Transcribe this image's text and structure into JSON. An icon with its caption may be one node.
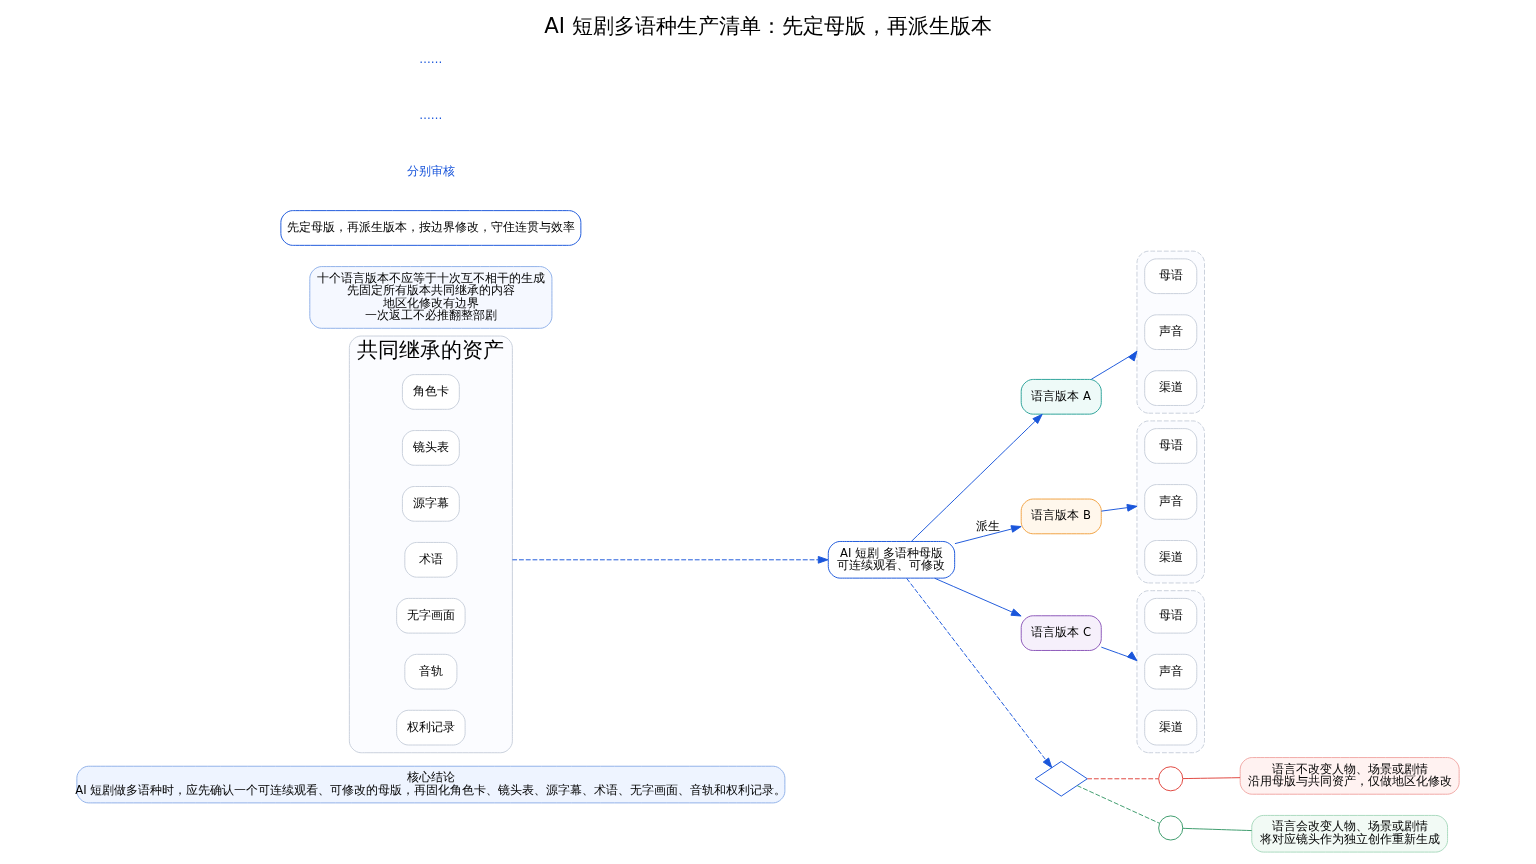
{
  "diagram": {
    "title": "AI 短剧多语种生产清单：先定母版，再派生版本",
    "nodes": [
      {
        "text": [
          "核心结论",
          "AI 短剧做多语种时，应先确认一个可连续观看、可修改的母版，再固化角色卡、镜头表、源字幕、术语、无字画面、音轨和权利记录。"
        ]
      },
      {
        "text": [
          "共同继承的资产"
        ]
      },
      {
        "text": [
          "角色卡"
        ],
        "in": 1
      },
      {
        "text": [
          "镜头表"
        ],
        "in": 1
      },
      {
        "text": [
          "源字幕"
        ],
        "in": 1
      },
      {
        "text": [
          "术语"
        ],
        "in": 1
      },
      {
        "text": [
          "无字画面"
        ],
        "in": 1
      },
      {
        "text": [
          "音轨"
        ],
        "in": 1
      },
      {
        "text": [
          "权利记录"
        ],
        "in": 1
      },
      {
        "text": [
          "AI 短剧 多语种母版",
          "可连续观看、可修改"
        ]
      },
      {
        "text": [
          "语言版本 A"
        ]
      },
      {
        "text": [
          "语言版本 B"
        ]
      },
      {
        "text": [
          "语言版本 C"
        ]
      },
      {
        "text": [],
        "shape": "box"
      },
      {
        "text": [
          "母语"
        ],
        "in": 13
      },
      {
        "text": [
          "声音"
        ],
        "in": 13
      },
      {
        "text": [
          "渠道"
        ],
        "in": 13
      },
      {
        "text": [],
        "shape": "box"
      },
      {
        "text": [
          "母语"
        ],
        "in": 17
      },
      {
        "text": [
          "声音"
        ],
        "in": 17
      },
      {
        "text": [
          "渠道"
        ],
        "in": 17
      },
      {
        "text": [],
        "shape": "box"
      },
      {
        "text": [
          "母语"
        ],
        "in": 21
      },
      {
        "text": [
          "声音"
        ],
        "in": 21
      },
      {
        "text": [
          "渠道"
        ],
        "in": 21
      },
      {
        "text": [],
        "shape": "diamond"
      },
      {
        "text": [],
        "shape": "circle"
      },
      {
        "text": [],
        "shape": "circle"
      },
      {
        "text": [
          "语言不改变人物、场景或剧情",
          "沿用母版与共同资产，仅做地区化修改"
        ]
      },
      {
        "text": [
          "语言会改变人物、场景或剧情",
          "将对应镜头作为独立创作重新生成"
        ]
      },
      {
        "text": [
          "十个语言版本不应等于十次互不相干的生成",
          "先固定所有版本共同继承的内容",
          "地区化修改有边界",
          "一次返工不必推翻整部剧"
        ]
      },
      {
        "text": [
          "先定母版，再派生版本，按边界修改，守住连贯与效率"
        ]
      }
    ],
    "edges": [
      {
        "from": 1,
        "to": 9,
        "arrow": "to",
        "style": "dashed"
      },
      {
        "from": 9,
        "to": 10,
        "arrow": "to"
      },
      {
        "from": 9,
        "to": 11,
        "arrow": "to",
        "label": "派生"
      },
      {
        "from": 9,
        "to": 12,
        "arrow": "to"
      },
      {
        "from": 10,
        "to": 13,
        "arrow": "to"
      },
      {
        "from": 11,
        "to": 17,
        "arrow": "to"
      },
      {
        "from": 12,
        "to": 21,
        "arrow": "to"
      },
      {
        "from": 9,
        "to": 25,
        "arrow": "to",
        "style": "dashed"
      },
      {
        "from": 25,
        "to": 26,
        "arrow": "none",
        "style": "dashed",
        "color": "#e0443c"
      },
      {
        "from": 26,
        "to": 28,
        "arrow": "none",
        "color": "#e0443c"
      },
      {
        "from": 25,
        "to": 27,
        "arrow": "none",
        "style": "dashed",
        "color": "#3a9a6a"
      },
      {
        "from": 27,
        "to": 29,
        "arrow": "none",
        "color": "#3a9a6a"
      }
    ],
    "labels": [
      "分别审核",
      "……",
      "……"
    ]
  }
}
